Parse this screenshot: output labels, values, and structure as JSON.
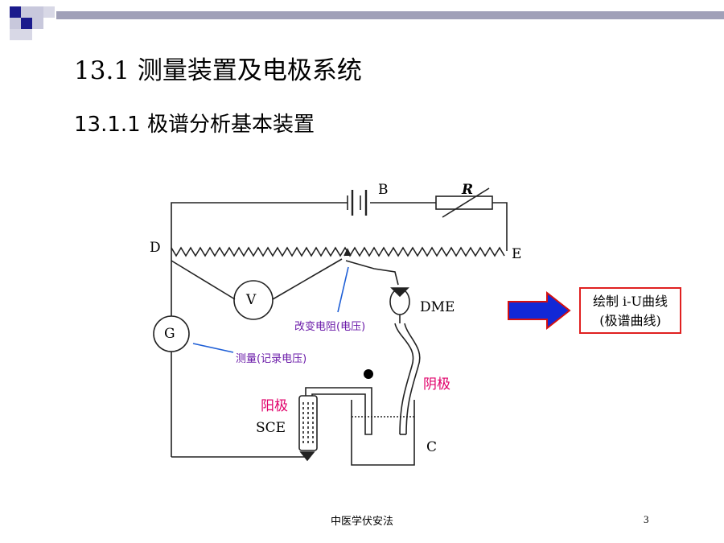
{
  "slide": {
    "title": "13.1 测量装置及电极系统",
    "subtitle": "13.1.1 极谱分析基本装置",
    "footer": "中医学伏安法",
    "page_number": "3"
  },
  "diagram": {
    "labels": {
      "B": "B",
      "R": "R",
      "D": "D",
      "E": "E",
      "V": "V",
      "G": "G",
      "DME": "DME",
      "SCE": "SCE",
      "C": "C"
    },
    "annotations": {
      "change_resistance": "改变电阻(电压)",
      "measure": "测量(记录电压)",
      "anode": "阳极",
      "cathode": "阴极"
    },
    "callout": {
      "line1": "绘制 i-U曲线",
      "line2": "(极谱曲线)"
    },
    "colors": {
      "annotation_text": "#6a1aa8",
      "pointer_line": "#1f5fd6",
      "electrode_label": "#e0006a",
      "callout_border": "#e02020",
      "arrow_fill": "#1228d6",
      "arrow_edge": "#d41010"
    }
  }
}
